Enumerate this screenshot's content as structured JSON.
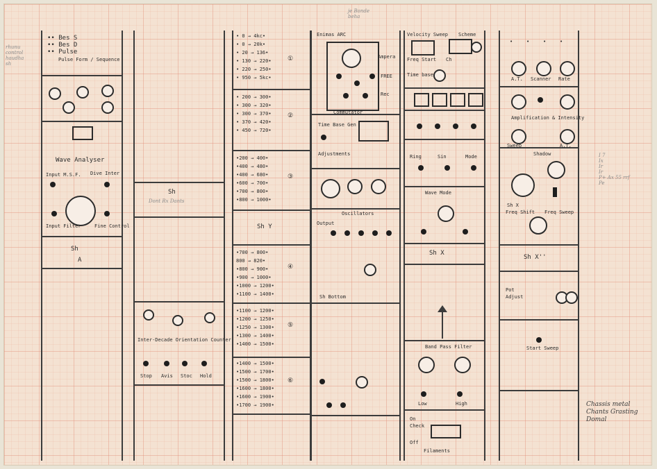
{
  "sheet": {
    "top_pencil": "je Bonde\nbeha",
    "right_notes": "Chassis metal\nChants Grasting\nDomal",
    "left_margin_pencil": "rhunu\ncontrol\nhaudha\nsh",
    "right_margin_pencil": "I 7\nIx\nIr\nIr\nP+ Ax 55 rrf\nPe"
  },
  "panels": {
    "p1": {
      "top_lines": [
        "•• Bes S",
        "•• Bes D",
        "•• Pulse"
      ],
      "sub": "Pulse Form / Sequence",
      "section_caption": "Wave Analyser",
      "labels": [
        "Input M.S.F.",
        "Dive Inter",
        "Input Filter",
        "Fine Control"
      ],
      "bottom": "Sh",
      "bottom2": "A"
    },
    "p2": {
      "mid_caption": "Sh",
      "mid_sub": "Dont Rx Dants",
      "lower_title": "Inter-Decade Orientation Counter",
      "lower_labels": [
        "Stop",
        "Avis",
        "Stoc",
        "Hold"
      ]
    },
    "p3": {
      "rows_a": [
        "• 0 → 4kc•",
        "• 0 → 20k•",
        "• 20 → 136•",
        "• 130 → 220•",
        "• 220 → 250•",
        "• 950 → 5kc•"
      ],
      "rows_b": [
        "• 200 → 300•",
        "• 300 → 320•",
        "• 300 → 370•",
        "• 370 → 420•",
        "• 450 → 720•"
      ],
      "rows_c": [
        "•200 → 400•",
        "•400 → 480•",
        "•400 → 680•",
        "•600 → 700•",
        "•700 → 800•",
        "•800 → 1000•"
      ],
      "mid_label": "Sh Y",
      "rows_d": [
        "•700 → 800•",
        "800 → 820•",
        "•800 → 900•",
        "•900 → 1000•",
        "•1000 → 1200•",
        "•1100 → 1400•"
      ],
      "rows_e": [
        "•1100 → 1200•",
        "•1200 → 1250•",
        "•1250 → 1300•",
        "•1300 → 1400•",
        "•1400 → 1500•"
      ],
      "rows_f": [
        "•1400 → 1500•",
        "•1500 → 1700•",
        "•1500 → 1800•",
        "•1600 → 1800•",
        "•1600 → 1900•",
        "•1700 → 1900•"
      ],
      "marks": [
        "①",
        "②",
        "③",
        "④",
        "⑤",
        "⑥"
      ]
    },
    "p4": {
      "title": "Enimas ARC",
      "sides": [
        "Ampera",
        "FREE",
        "Rec"
      ],
      "caption": "Commutator",
      "mid_title": "Time Base Gen",
      "sub": "Adjustments",
      "lower_title": "Oscillators",
      "lower_sub": "Output",
      "bottom": "Sh Bottom"
    },
    "p5": {
      "top": [
        "Velocity Sweep",
        "Scheme"
      ],
      "left_notes": [
        "Freq Start",
        "Ch",
        "Time base"
      ],
      "labels": [
        "Ring",
        "Sin",
        "Mode"
      ],
      "wave": "Wave Mode",
      "bottom": "Sh X",
      "filter": "Band Pass Filter",
      "lowers": [
        "Low",
        "High"
      ],
      "foot": [
        "On",
        "Check",
        "Off"
      ],
      "foot2": "Filaments"
    },
    "p6": {
      "top": [
        "•",
        "•",
        "•",
        "•"
      ],
      "sub": [
        "A.T.",
        "Scanner",
        "Rate"
      ],
      "mid": "Amplification & Intensity",
      "ends": [
        "Sweep",
        "A.T."
      ],
      "right_title": "Shadow",
      "bottom": "Sh X",
      "lowers": [
        "Freq Shift",
        "Freq Sweep"
      ],
      "bottom2": "Sh X''",
      "last": [
        "Pot",
        "Adjust"
      ],
      "foot": "Start Sweep"
    }
  }
}
